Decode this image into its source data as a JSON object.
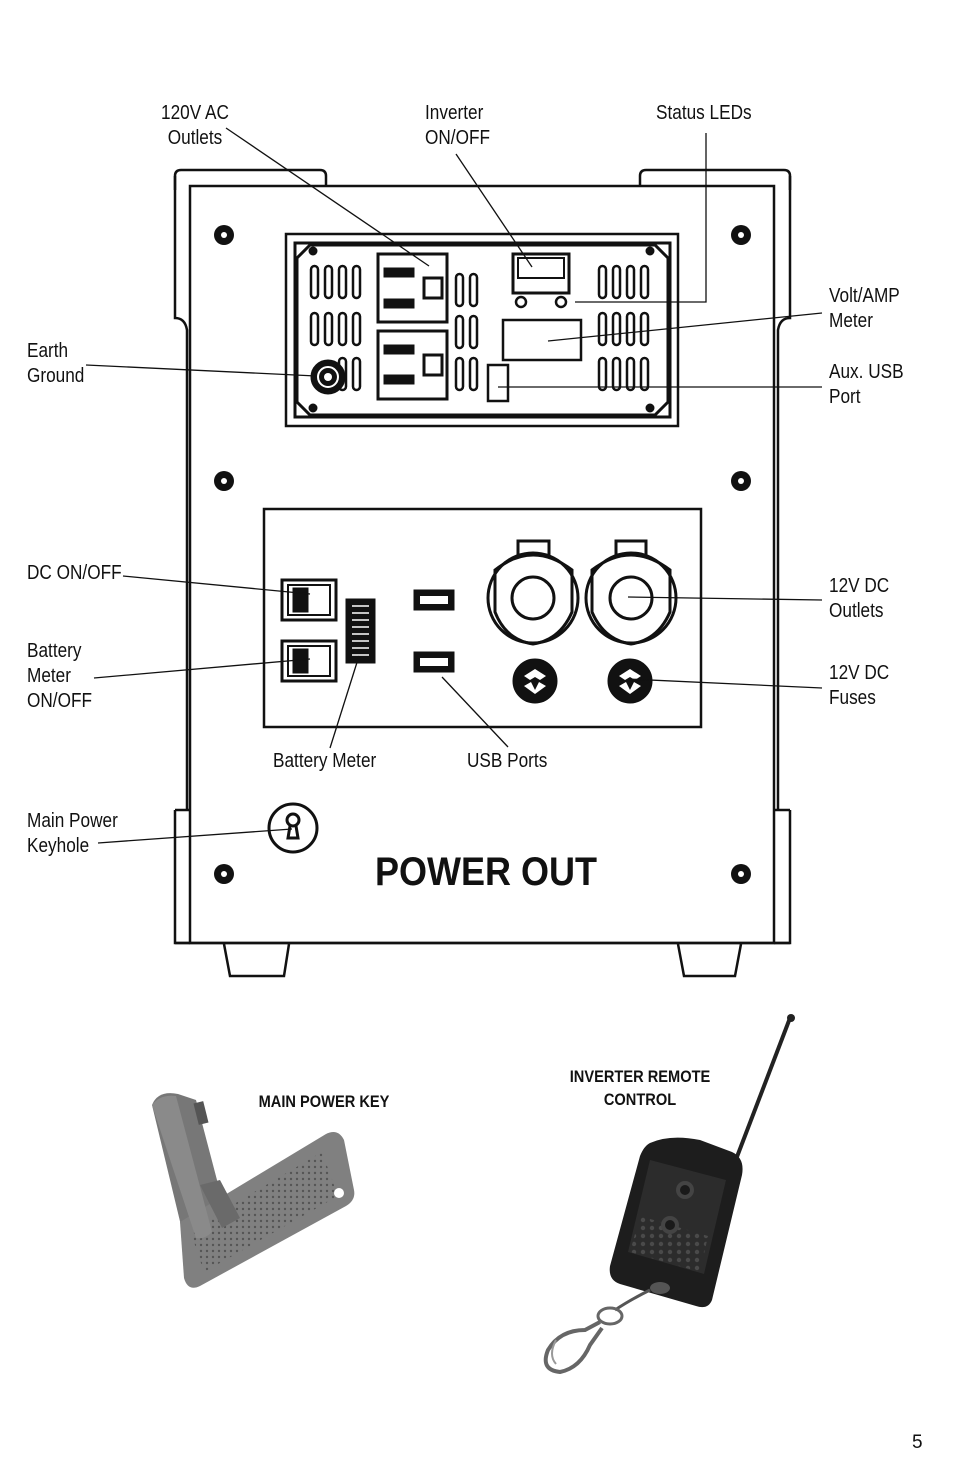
{
  "labels": {
    "ac_outlets": "120V AC\nOutlets",
    "inverter_onoff": "Inverter\nON/OFF",
    "status_leds": "Status LEDs",
    "volt_amp_meter": "Volt/AMP\nMeter",
    "aux_usb_port": "Aux. USB\nPort",
    "earth_ground": "Earth\nGround",
    "dc_onoff": "DC ON/OFF",
    "battery_meter_onoff": "Battery\nMeter\nON/OFF",
    "dc_outlets": "12V DC\nOutlets",
    "dc_fuses": "12V DC\nFuses",
    "battery_meter": "Battery Meter",
    "usb_ports": "USB Ports",
    "main_power_keyhole": "Main Power\nKeyhole"
  },
  "panel_text": "POWER OUT",
  "accessories": {
    "main_power_key": "MAIN POWER KEY",
    "inverter_remote": "INVERTER REMOTE\nCONTROL"
  },
  "page_number": "5",
  "colors": {
    "line": "#111111",
    "key_body": "#6e6e6e",
    "remote_body": "#1e1e1e"
  }
}
